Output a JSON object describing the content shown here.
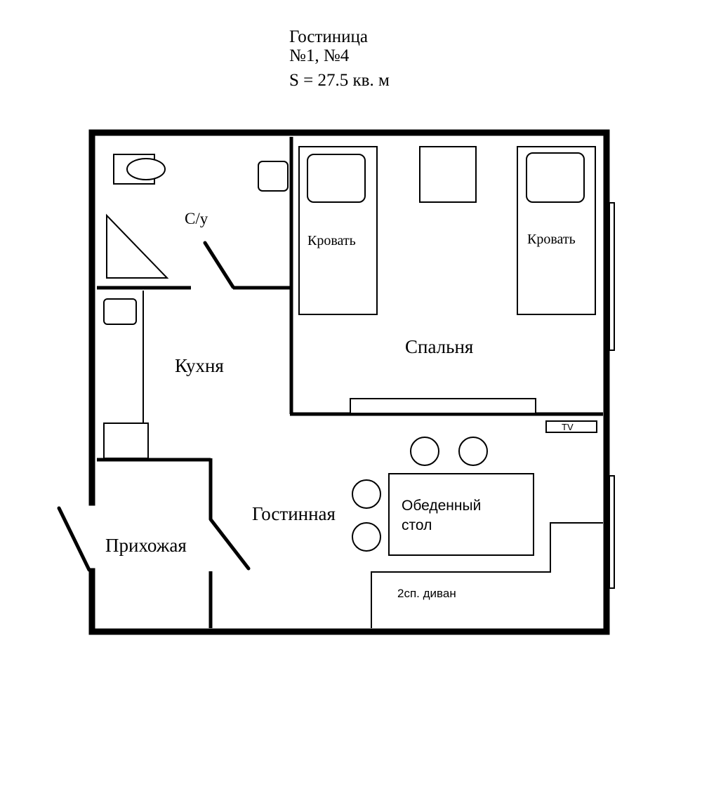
{
  "header": {
    "line1": "Гостиница",
    "line2": "№1, №4",
    "line3": "S = 27.5 кв. м"
  },
  "rooms": {
    "bathroom": "С/у",
    "kitchen": "Кухня",
    "bedroom": "Спальня",
    "living_room": "Гостинная",
    "hallway": "Прихожая"
  },
  "furniture": {
    "bed_left": "Кровать",
    "bed_right": "Кровать",
    "tv": "TV",
    "dining_table_line1": "Обеденный",
    "dining_table_line2": "стол",
    "sofa": "2сп. диван"
  }
}
